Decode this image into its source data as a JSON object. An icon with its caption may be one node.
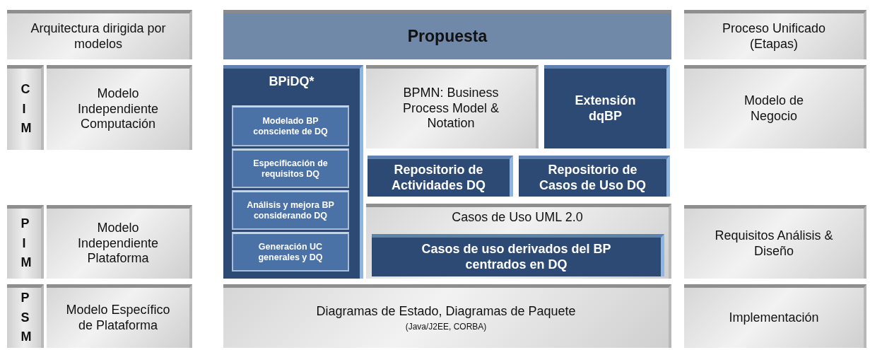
{
  "diagram": {
    "nodes": [
      {
        "text": [
          "Arquitectura dirigida por modelos"
        ]
      },
      {
        "text": [
          "Propuesta"
        ]
      },
      {
        "text": [
          "Proceso Unificado (Etapas)"
        ]
      },
      {
        "text": [
          "CIM"
        ]
      },
      {
        "text": [
          "Modelo Independiente Computación"
        ]
      },
      {
        "text": [
          "BPiDQ*"
        ]
      },
      {
        "text": [
          "Modelado  BP consciente de DQ"
        ],
        "in": 5
      },
      {
        "text": [
          "Especificación de requisitos DQ"
        ],
        "in": 5
      },
      {
        "text": [
          "Análisis y mejora BP considerando DQ"
        ],
        "in": 5
      },
      {
        "text": [
          "Generación UC generales y DQ"
        ],
        "in": 5
      },
      {
        "text": [
          "BPMN: Business Process Model & Notation"
        ]
      },
      {
        "text": [
          "Extensión dqBP"
        ]
      },
      {
        "text": [
          "Modelo de Negocio"
        ]
      },
      {
        "text": [
          "Repositorio de Actividades DQ"
        ]
      },
      {
        "text": [
          "Repositorio de Casos de Uso DQ"
        ]
      },
      {
        "text": [
          "PIM"
        ]
      },
      {
        "text": [
          "Modelo Independiente Plataforma"
        ]
      },
      {
        "text": [
          "Casos de Uso UML 2.0"
        ]
      },
      {
        "text": [
          "Casos de uso derivados del BP centrados en DQ"
        ],
        "in": 17
      },
      {
        "text": [
          "Requisitos Análisis & Diseño"
        ]
      },
      {
        "text": [
          "PSM"
        ]
      },
      {
        "text": [
          "Modelo Específico de Plataforma"
        ]
      },
      {
        "text": [
          "Diagramas de Estado, Diagramas de Paquete",
          "(Java/J2EE, CORBA)"
        ]
      },
      {
        "text": [
          "Implementación"
        ]
      }
    ]
  }
}
